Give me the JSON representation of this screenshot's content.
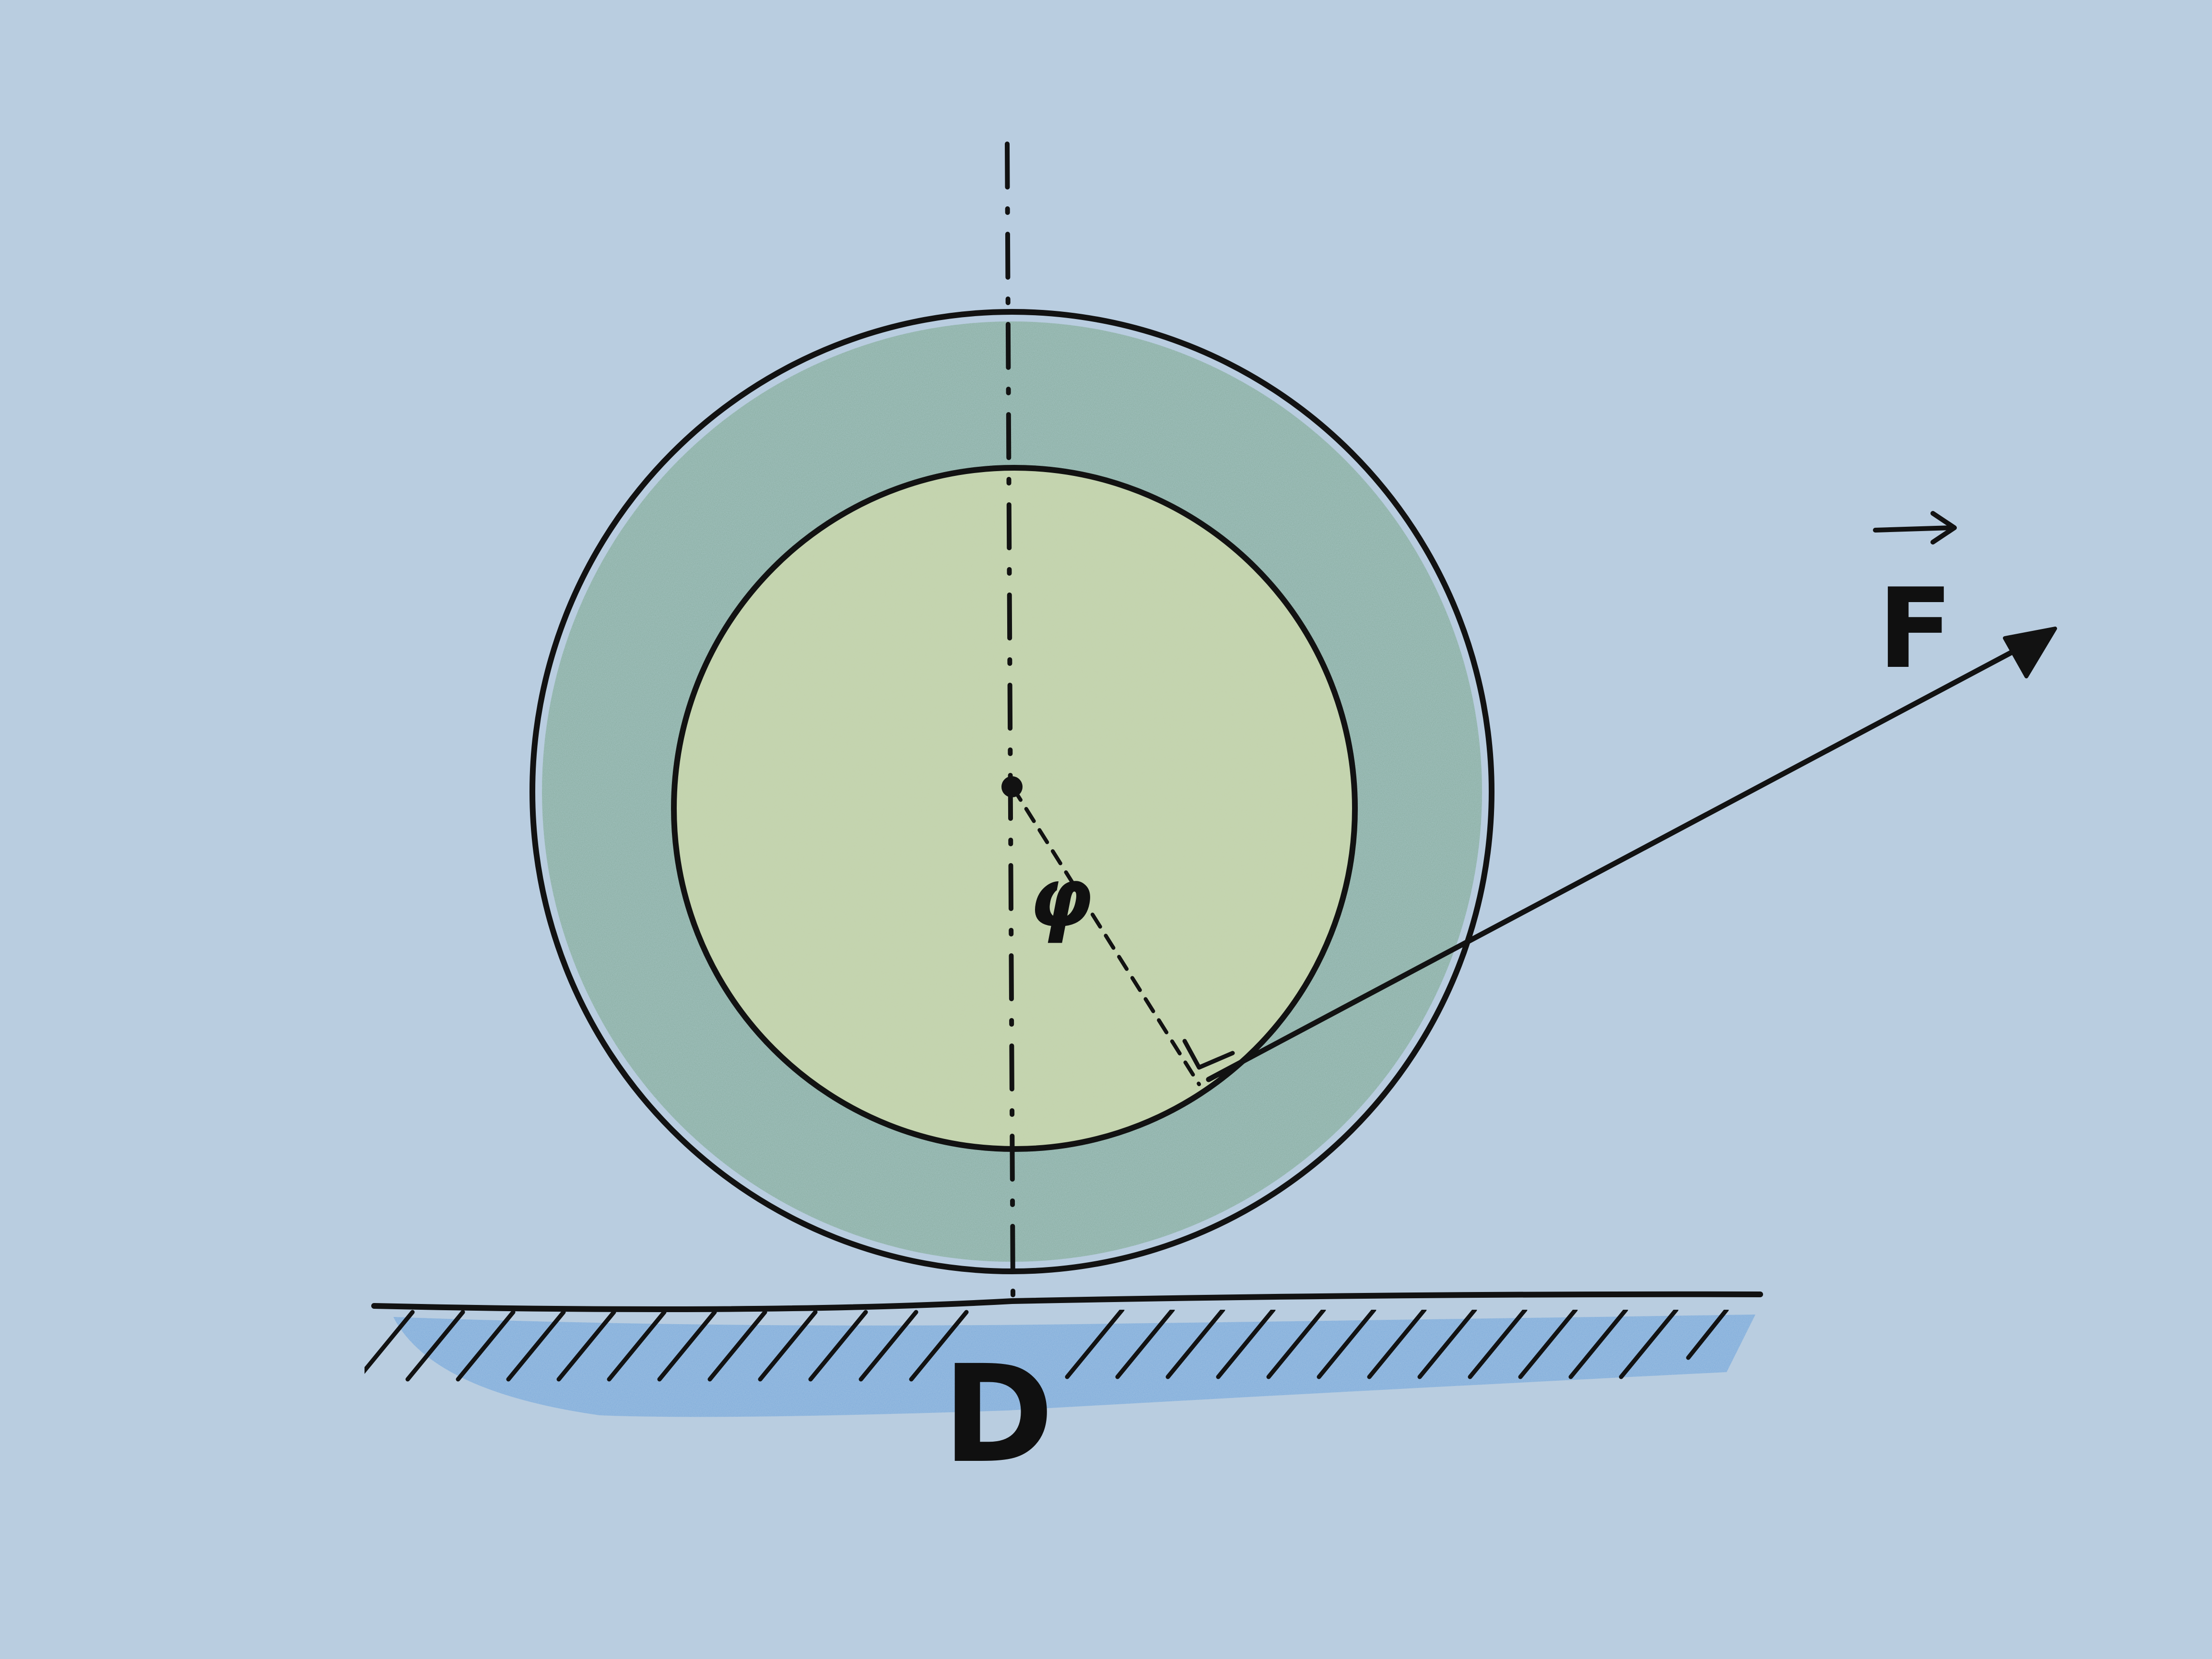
{
  "diagram": {
    "labels": {
      "force": "F",
      "contact_point": "D",
      "angle": "φ"
    },
    "colors": {
      "paper": "#b9cde0",
      "ink": "#121212",
      "outer_ring_shading": "#6f9e7e",
      "inner_disc_shading": "#c2d4ad",
      "ground_shading": "#4b8fd4"
    }
  }
}
